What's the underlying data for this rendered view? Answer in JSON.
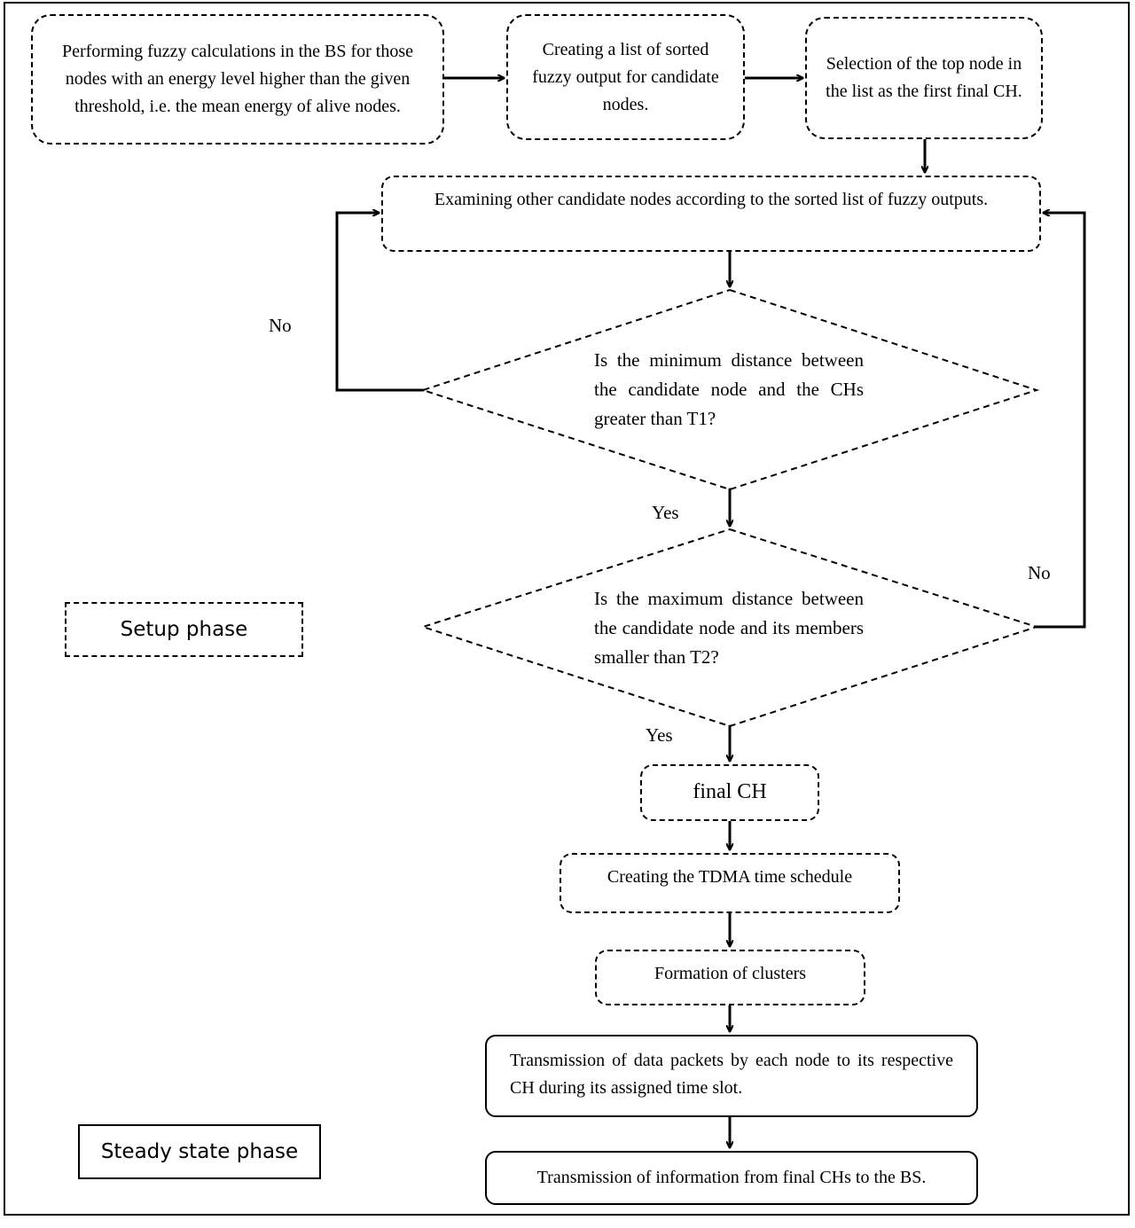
{
  "nodes": {
    "fuzzy_calc": "Performing fuzzy calculations in the BS for those nodes with an energy level higher than the given threshold, i.e. the mean energy of alive nodes.",
    "sorted_list": "Creating a list of sorted fuzzy output for candidate nodes.",
    "select_top": "Selection of the top node in the list as the first final CH.",
    "examine": "Examining other candidate nodes according to the sorted list of fuzzy outputs.",
    "decision_min": "Is the minimum distance between the candidate node and the CHs greater than T1?",
    "decision_max": "Is the maximum distance between the candidate node and its members smaller than T2?",
    "final_ch": "final CH",
    "tdma": "Creating the TDMA time schedule",
    "clusters": "Formation of clusters",
    "transmit_packets": "Transmission of data packets by each node to its respective CH during its assigned time slot.",
    "transmit_info": "Transmission of information from final CHs to the BS."
  },
  "edge_labels": {
    "no_left": "No",
    "yes_1": "Yes",
    "no_right": "No",
    "yes_2": "Yes"
  },
  "phases": {
    "setup": "Setup phase",
    "steady": "Steady state phase"
  }
}
